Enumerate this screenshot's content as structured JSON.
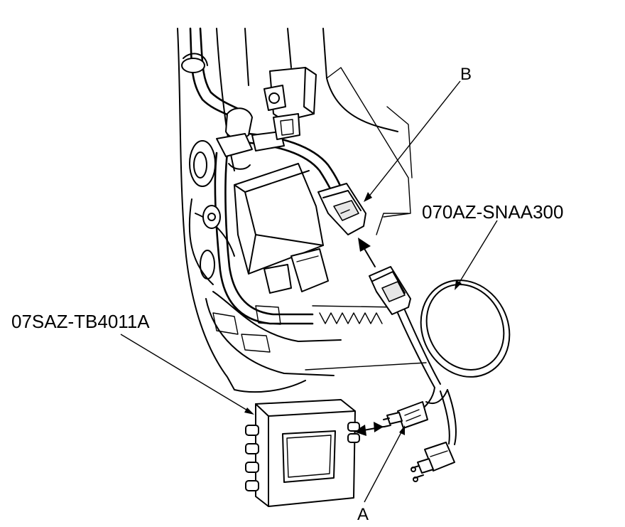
{
  "labels": {
    "callout_b": "B",
    "callout_a": "A",
    "tool_cable": "070AZ-SNAA300",
    "tool_box": "07SAZ-TB4011A"
  }
}
